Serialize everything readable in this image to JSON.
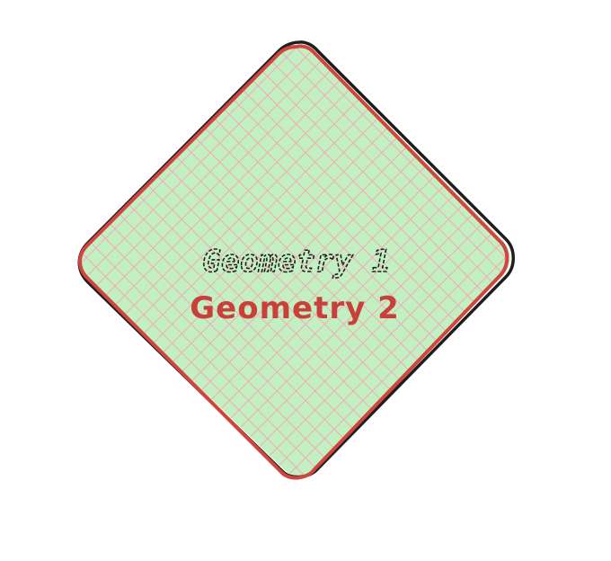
{
  "diagram": {
    "shapes": [
      {
        "kind": "rounded-diamond",
        "fill_color": "#c3f0c3",
        "hatch_color": "#f4a9b4",
        "inner_stroke_color": "#1e1e1e",
        "outer_stroke_color": "#d0453e",
        "labels": [
          {
            "text": "Geometry 1",
            "color": "#1e1e1e",
            "style": "dashed-sketch"
          },
          {
            "text": "Geometry 2",
            "color": "#c9403a",
            "style": "solid"
          }
        ]
      }
    ]
  }
}
